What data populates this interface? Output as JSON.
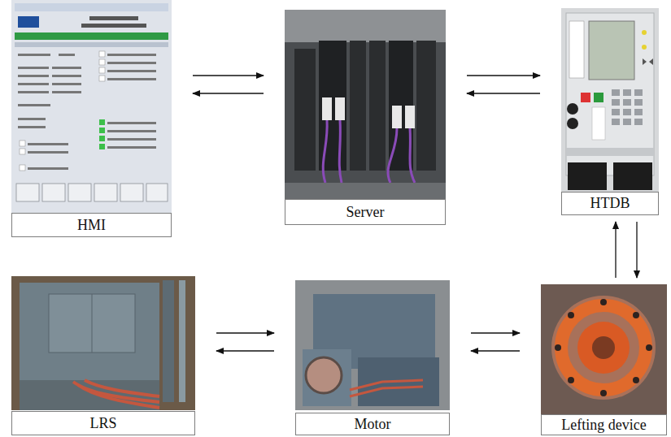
{
  "diagram": {
    "nodes": [
      {
        "text": [
          "HMI"
        ]
      },
      {
        "text": [
          "Server"
        ]
      },
      {
        "text": [
          "HTDB"
        ]
      },
      {
        "text": [
          "LRS"
        ]
      },
      {
        "text": [
          "Motor"
        ]
      },
      {
        "text": [
          "Lefting device"
        ]
      }
    ],
    "edges": [
      {
        "from": 0,
        "to": 1,
        "arrow": "to"
      },
      {
        "from": 1,
        "to": 0,
        "arrow": "to"
      },
      {
        "from": 1,
        "to": 2,
        "arrow": "to"
      },
      {
        "from": 2,
        "to": 1,
        "arrow": "to"
      },
      {
        "from": 5,
        "to": 2,
        "arrow": "to"
      },
      {
        "from": 2,
        "to": 5,
        "arrow": "to"
      },
      {
        "from": 4,
        "to": 5,
        "arrow": "to"
      },
      {
        "from": 5,
        "to": 4,
        "arrow": "to"
      },
      {
        "from": 3,
        "to": 4,
        "arrow": "to"
      },
      {
        "from": 4,
        "to": 3,
        "arrow": "to"
      }
    ]
  }
}
